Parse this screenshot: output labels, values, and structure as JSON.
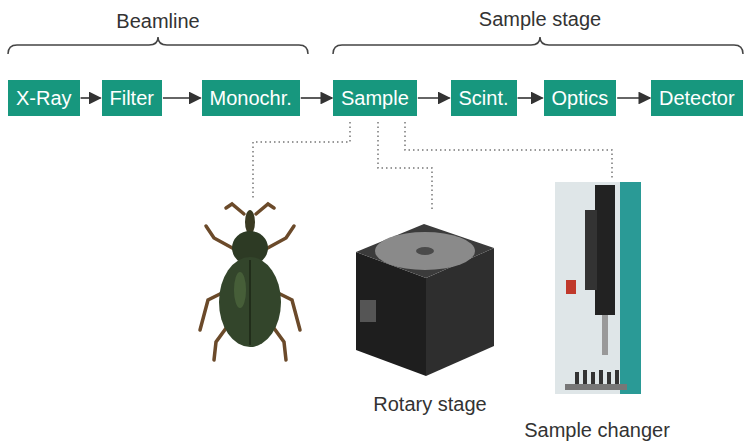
{
  "diagram": {
    "nodes": [
      {
        "text": [
          "X-Ray"
        ]
      },
      {
        "text": [
          "Filter"
        ]
      },
      {
        "text": [
          "Monochr."
        ]
      },
      {
        "text": [
          "Sample"
        ]
      },
      {
        "text": [
          "Scint."
        ]
      },
      {
        "text": [
          "Optics"
        ]
      },
      {
        "text": [
          "Detector"
        ]
      }
    ],
    "edges": [
      {
        "from": 0,
        "to": 1,
        "arrow": "to"
      },
      {
        "from": 1,
        "to": 2,
        "arrow": "to"
      },
      {
        "from": 2,
        "to": 3,
        "arrow": "to"
      },
      {
        "from": 3,
        "to": 4,
        "arrow": "to"
      },
      {
        "from": 4,
        "to": 5,
        "arrow": "to"
      },
      {
        "from": 5,
        "to": 6,
        "arrow": "to"
      }
    ],
    "labels": [
      "Beamline",
      "Sample stage",
      "Rotary stage",
      "Sample changer"
    ]
  }
}
